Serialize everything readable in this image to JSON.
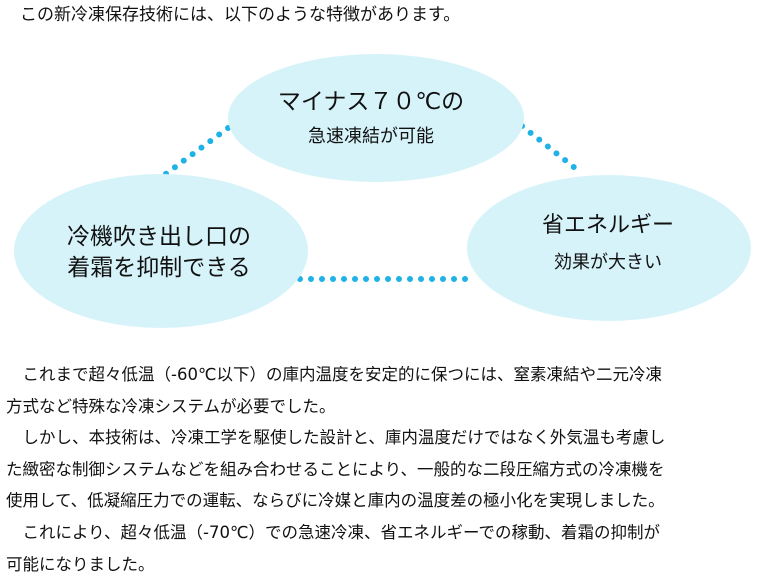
{
  "intro": "この新冷凍保存技術には、以下のような特徴があります。",
  "diagram": {
    "ellipse_color": "#d6f3fa",
    "dot_color": "#1fb2e6",
    "top": {
      "line1": "マイナス７０℃の",
      "line2": "急速凍結が可能"
    },
    "left": {
      "line1": "冷機吹き出し口の",
      "line2": "着霜を抑制できる"
    },
    "right": {
      "line1": "省エネルギー",
      "line2": "効果が大きい"
    }
  },
  "paragraphs": {
    "p1": {
      "line1": "　これまで超々低温（-60℃以下）の庫内温度を安定的に保つには、窒素凍結や二元冷凍",
      "line2": "方式など特殊な冷凍システムが必要でした。"
    },
    "p2": {
      "line1": "　しかし、本技術は、冷凍工学を駆使した設計と、庫内温度だけではなく外気温も考慮し",
      "line2": "た緻密な制御システムなどを組み合わせることにより、一般的な二段圧縮方式の冷凍機を",
      "line3": "使用して、低凝縮圧力での運転、ならびに冷媒と庫内の温度差の極小化を実現しました。"
    },
    "p3": {
      "line1": "　これにより、超々低温（-70℃）での急速冷凍、省エネルギーでの稼動、着霜の抑制が",
      "line2": "可能になりました。"
    }
  }
}
